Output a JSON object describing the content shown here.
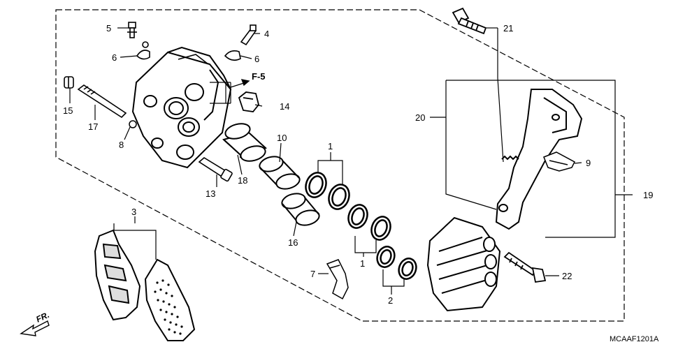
{
  "labels": {
    "p1a": "1",
    "p1b": "1",
    "p2": "2",
    "p3": "3",
    "p4": "4",
    "p5": "5",
    "p6a": "6",
    "p6b": "6",
    "p7": "7",
    "p8": "8",
    "p9": "9",
    "p10": "10",
    "p13": "13",
    "p14": "14",
    "p15": "15",
    "p16": "16",
    "p17": "17",
    "p18": "18",
    "p19": "19",
    "p20": "20",
    "p21": "21",
    "p22": "22"
  },
  "ref": "F-5",
  "front": "FR.",
  "code": "MCAAF1201A"
}
